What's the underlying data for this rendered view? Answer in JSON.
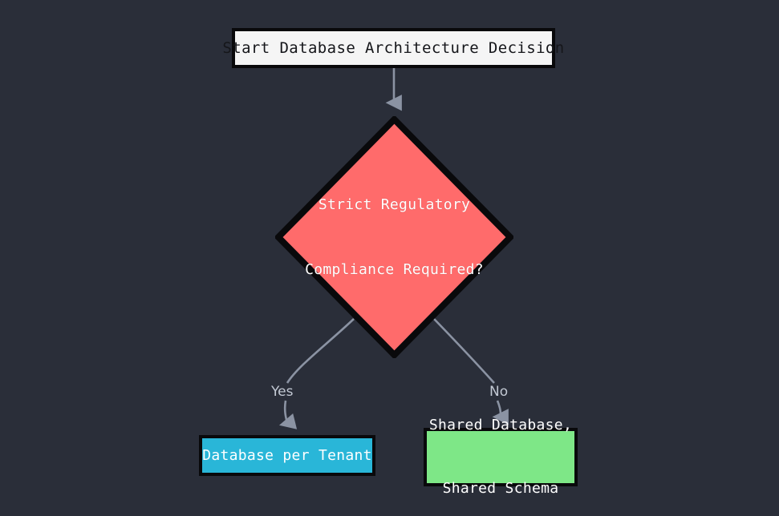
{
  "diagram": {
    "title": "Database Architecture Decision",
    "background_color": "#2a2e39",
    "nodes": {
      "start": {
        "label": "Start Database Architecture Decision",
        "shape": "rectangle",
        "fill_color": "#f5f5f5",
        "text_color": "#15161a",
        "border_color": "#09090b"
      },
      "decision": {
        "label": "Strict Regulatory\nCompliance Required?",
        "line1": "Strict Regulatory",
        "line2": "Compliance Required?",
        "shape": "diamond",
        "fill_color": "#ff6b6b",
        "text_color": "#ffffff",
        "border_color": "#09090b"
      },
      "outcome_tenant": {
        "label": "Database per Tenant",
        "shape": "rectangle",
        "fill_color": "#29b6d8",
        "text_color": "#ffffff",
        "border_color": "#09090b"
      },
      "outcome_shared": {
        "label": "Shared Database,\nShared Schema",
        "line1": "Shared Database,",
        "line2": "Shared Schema",
        "shape": "rectangle",
        "fill_color": "#7ee787",
        "text_color": "#ffffff",
        "border_color": "#09090b"
      }
    },
    "edges": [
      {
        "from": "start",
        "to": "decision",
        "label": ""
      },
      {
        "from": "decision",
        "to": "outcome_tenant",
        "label": "Yes"
      },
      {
        "from": "decision",
        "to": "outcome_shared",
        "label": "No"
      }
    ],
    "edge_color": "#8b93a3"
  }
}
